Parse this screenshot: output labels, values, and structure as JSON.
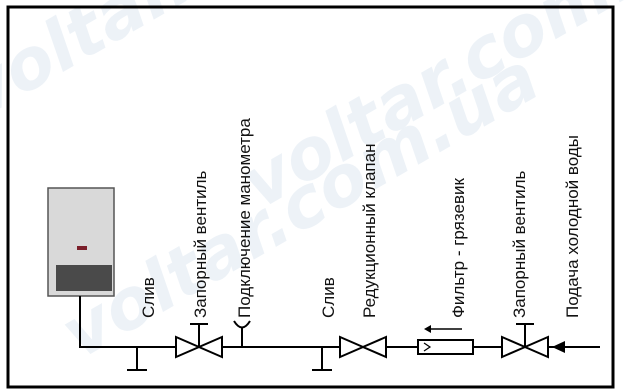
{
  "diagram": {
    "labels": {
      "drain_left": "Слив",
      "shutoff_valve_left": "Запорный  вентиль",
      "gauge_connection": "Подключение  манометра",
      "drain_right": "Слив",
      "pressure_reducer": "Редукционный  клапан",
      "mud_filter": "Фильтр - грязевик",
      "shutoff_valve_right": "Запорный  вентиль",
      "cold_water_supply": "Подача холодной воды"
    },
    "watermark": "voltar.com.ua",
    "colors": {
      "line": "#000000",
      "boiler_body": "#d9d9d9",
      "boiler_panel": "#4a4a4a",
      "boiler_indicator": "#7b1f2a",
      "watermark": "#dfe9f2"
    }
  }
}
